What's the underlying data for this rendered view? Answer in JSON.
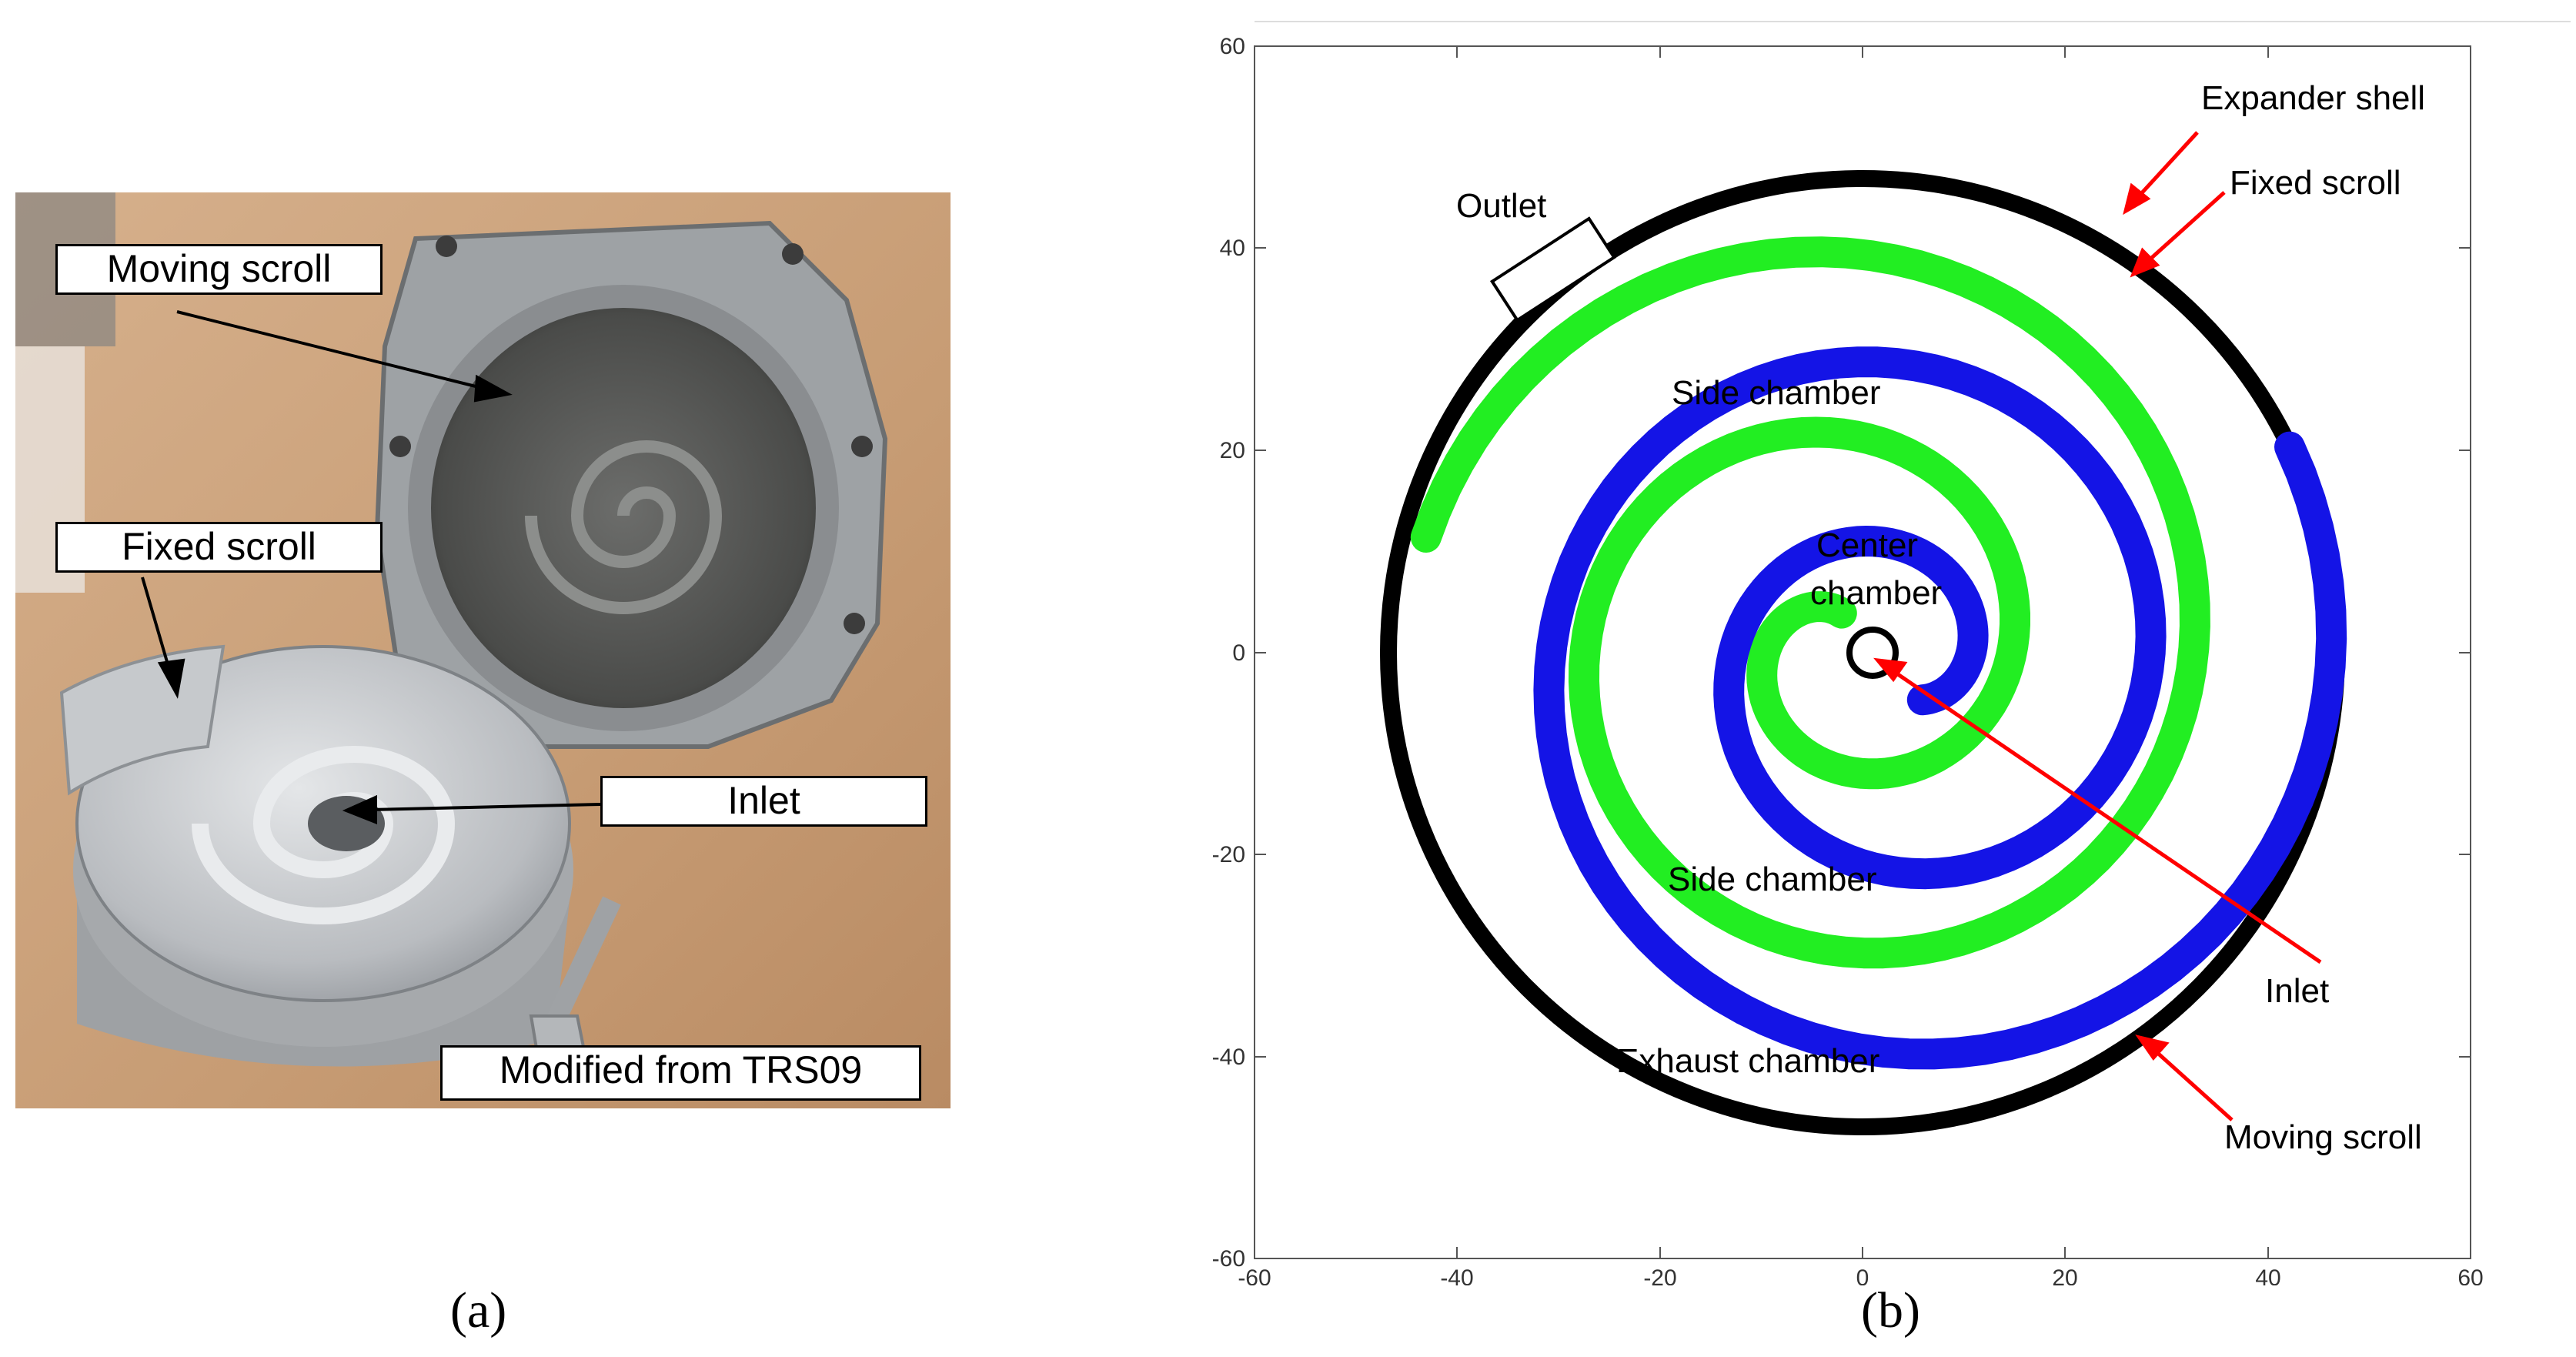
{
  "panel_a": {
    "caption": "(a)",
    "labels": {
      "moving_scroll": "Moving scroll",
      "fixed_scroll": "Fixed scroll",
      "inlet": "Inlet",
      "modified_from": "Modified from TRS09"
    }
  },
  "panel_b": {
    "caption": "(b)",
    "labels": {
      "expander_shell": "Expander shell",
      "fixed_scroll": "Fixed scroll",
      "outlet": "Outlet",
      "side_chamber_top": "Side chamber",
      "center_chamber_line1": "Center",
      "center_chamber_line2": "chamber",
      "side_chamber_bottom": "Side chamber",
      "exhaust_chamber": "Exhaust chamber",
      "inlet": "Inlet",
      "moving_scroll": "Moving scroll"
    },
    "axes": {
      "xlim": [
        -60,
        60
      ],
      "ylim": [
        -60,
        60
      ],
      "x_ticks": [
        "-60",
        "-40",
        "-20",
        "0",
        "20",
        "40",
        "60"
      ],
      "y_ticks": [
        "60",
        "40",
        "20",
        "0",
        "-20",
        "-40",
        "-60"
      ]
    },
    "colors": {
      "shell": "#000000",
      "fixed_scroll": "#22ee22",
      "moving_scroll": "#1414e6",
      "arrow": "#ff0000"
    }
  }
}
